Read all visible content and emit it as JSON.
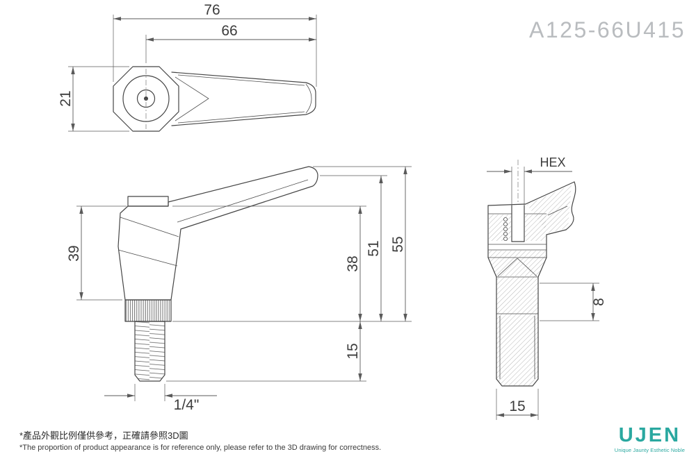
{
  "title": {
    "part_number": "A125-66U415"
  },
  "views": {
    "top": {
      "dim_overall_length": "76",
      "dim_handle_length": "66",
      "dim_hub_width": "21"
    },
    "front": {
      "dim_body_height": "39",
      "dim_height_hub_top": "38",
      "dim_height_handle": "51",
      "dim_height_overall": "55",
      "dim_thread_length": "15",
      "dim_thread_size": "1/4\""
    },
    "side": {
      "label_hex": "HEX",
      "dim_collar_height": "8",
      "dim_thread_od": "15"
    }
  },
  "notes": {
    "line1_zh": "*產品外觀比例僅供參考，正確請參照3D圖",
    "line2_en": "*The proportion of product appearance is for reference only, please refer to the 3D drawing for correctness."
  },
  "logo": {
    "name": "UJEN",
    "tagline": "Unique Jaunty Esthetic Noble"
  },
  "colors": {
    "line": "#454545",
    "dimension": "#5a5a5a",
    "part_number": "#b9bcbf",
    "logo_teal": "#2aa8a0"
  }
}
